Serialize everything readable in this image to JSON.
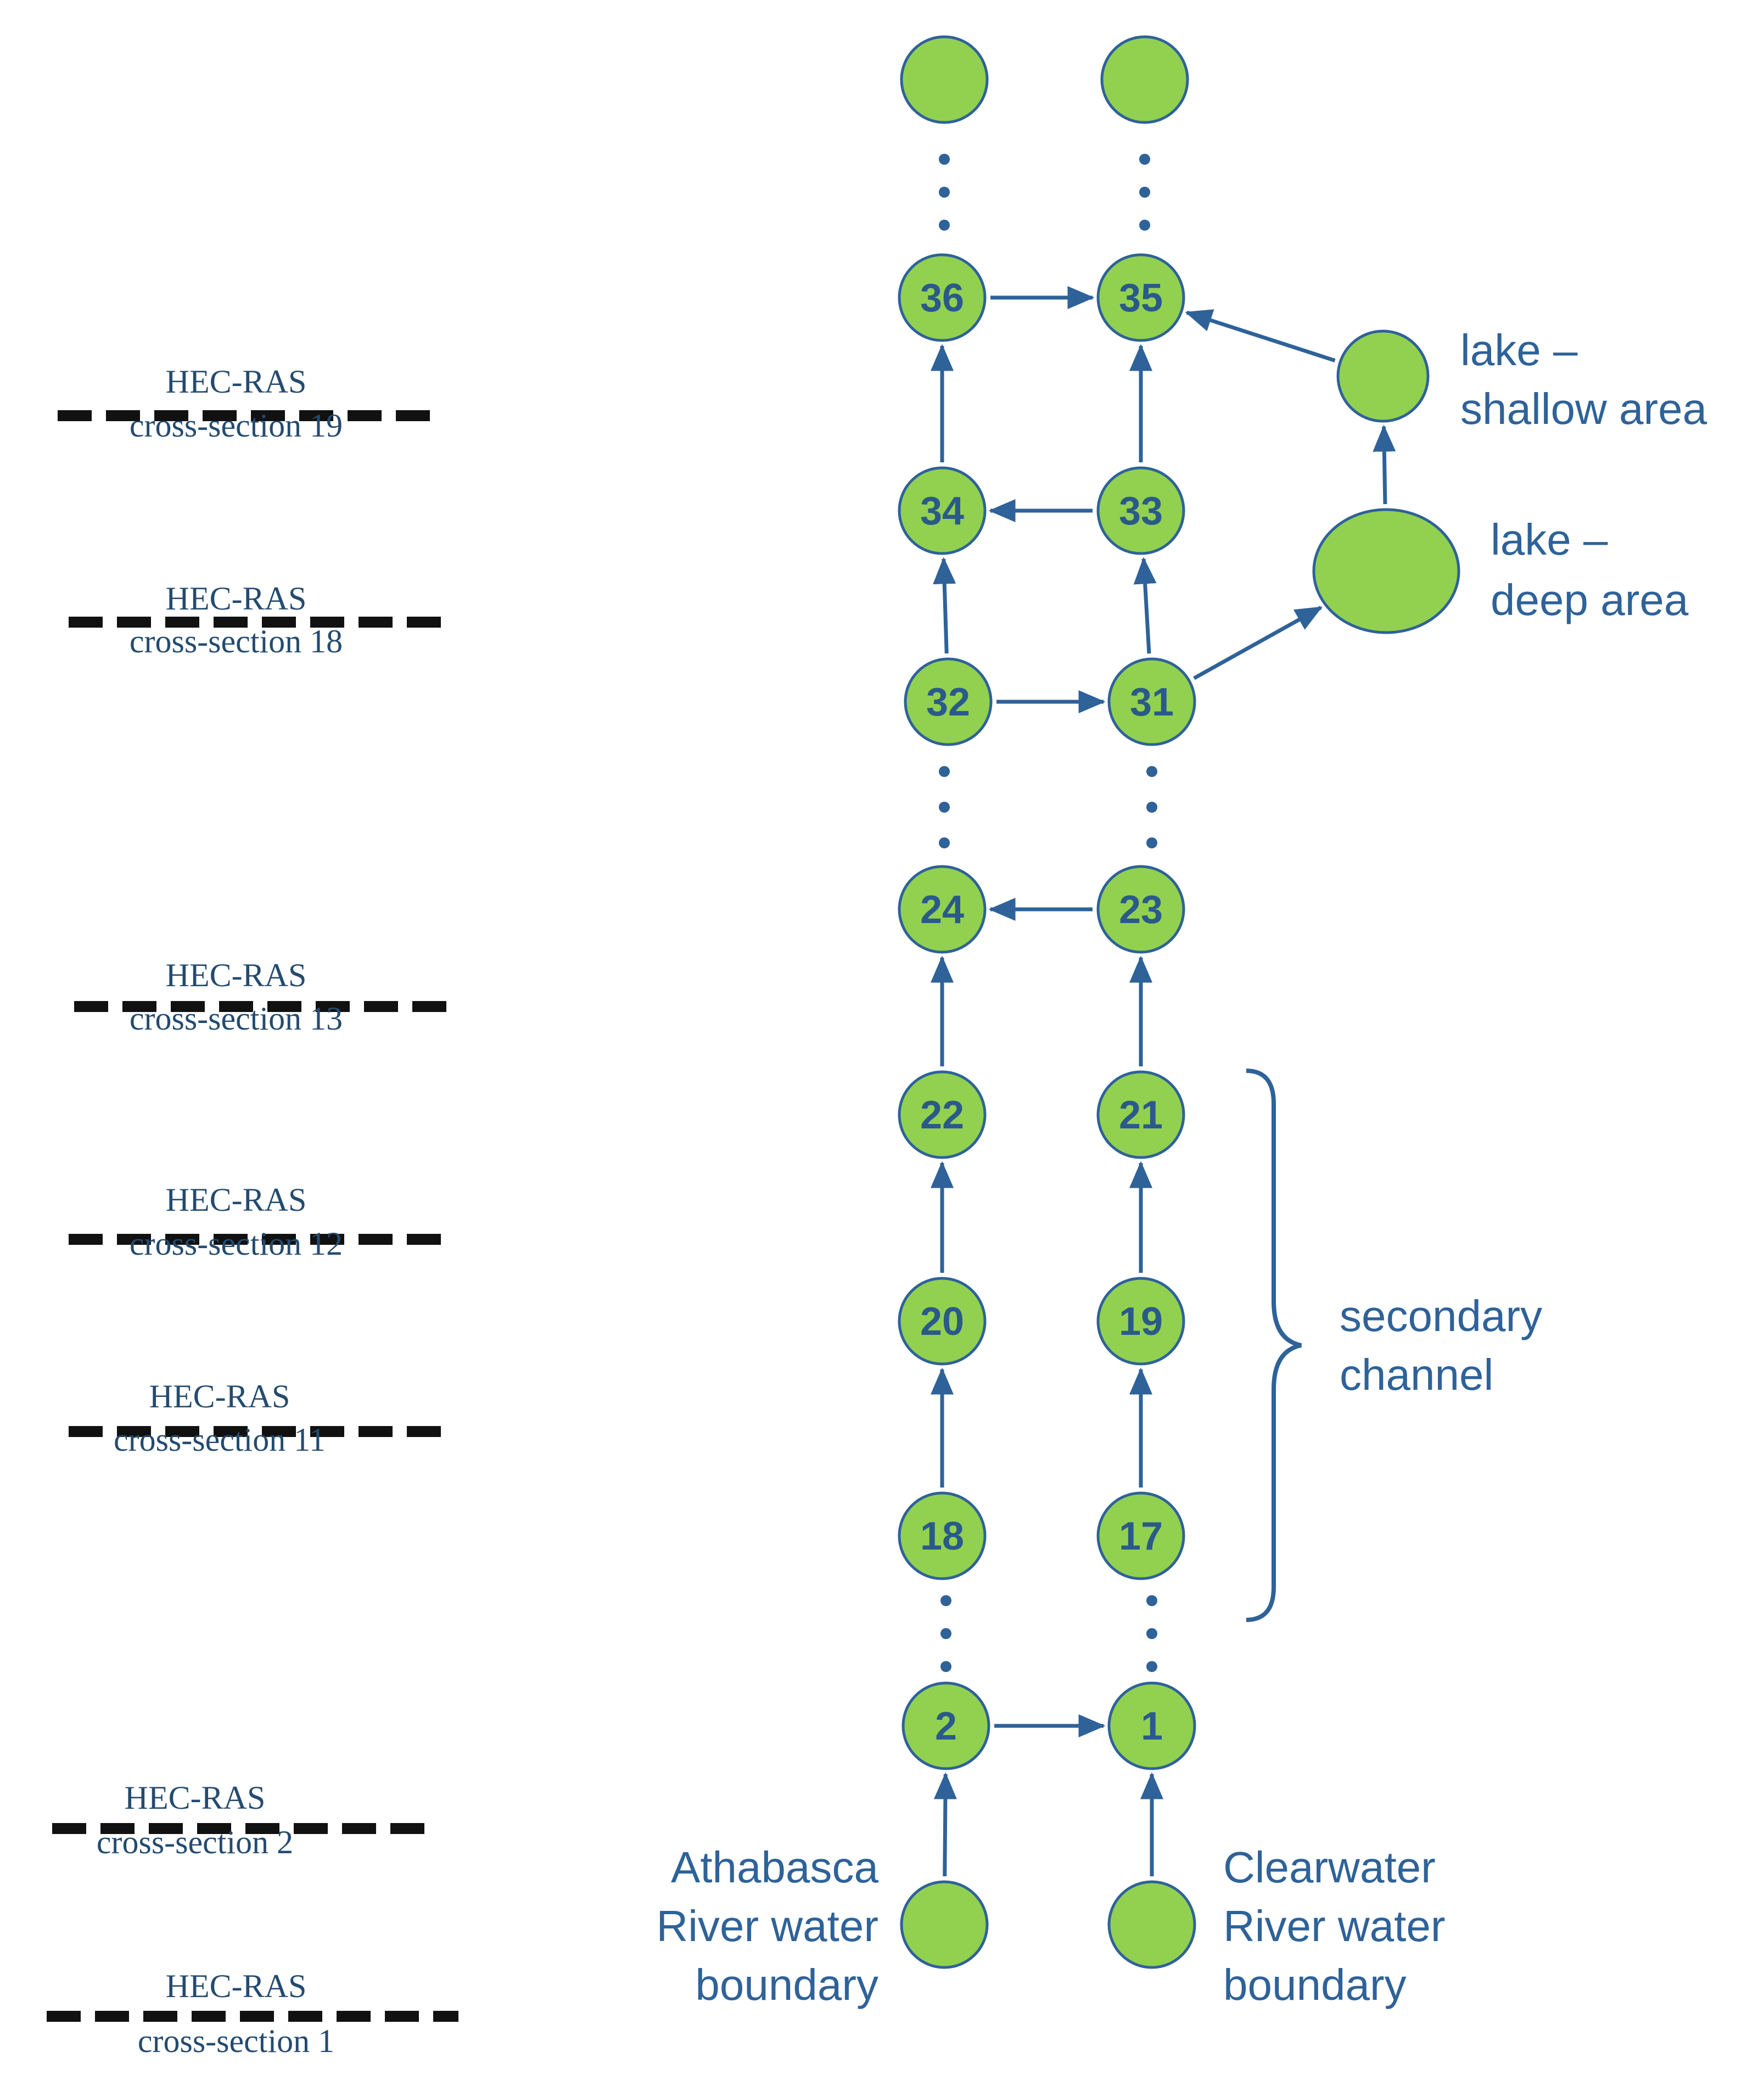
{
  "colors": {
    "node_fill": "#92d050",
    "node_stroke": "#2e6299",
    "arrow": "#2e6299",
    "label": "#2e6299",
    "dash": "#111111"
  },
  "nodes": [
    {
      "id": "top-a",
      "label": ""
    },
    {
      "id": "top-b",
      "label": ""
    },
    {
      "id": "n36",
      "label": "36"
    },
    {
      "id": "n35",
      "label": "35"
    },
    {
      "id": "n34",
      "label": "34"
    },
    {
      "id": "n33",
      "label": "33"
    },
    {
      "id": "n32",
      "label": "32"
    },
    {
      "id": "n31",
      "label": "31"
    },
    {
      "id": "n24",
      "label": "24"
    },
    {
      "id": "n23",
      "label": "23"
    },
    {
      "id": "n22",
      "label": "22"
    },
    {
      "id": "n21",
      "label": "21"
    },
    {
      "id": "n20",
      "label": "20"
    },
    {
      "id": "n19",
      "label": "19"
    },
    {
      "id": "n18",
      "label": "18"
    },
    {
      "id": "n17",
      "label": "17"
    },
    {
      "id": "n2",
      "label": "2"
    },
    {
      "id": "n1",
      "label": "1"
    },
    {
      "id": "bnd-athabasca",
      "label": ""
    },
    {
      "id": "bnd-clearwater",
      "label": ""
    },
    {
      "id": "lake-shallow",
      "label": ""
    },
    {
      "id": "lake-deep",
      "label": ""
    }
  ],
  "edges": [
    {
      "from": "n36",
      "to": "n35"
    },
    {
      "from": "n34",
      "to": "n36"
    },
    {
      "from": "n33",
      "to": "n35"
    },
    {
      "from": "n33",
      "to": "n34"
    },
    {
      "from": "n32",
      "to": "n34"
    },
    {
      "from": "n31",
      "to": "n33"
    },
    {
      "from": "n32",
      "to": "n31"
    },
    {
      "from": "n31",
      "to": "lake-deep"
    },
    {
      "from": "lake-deep",
      "to": "lake-shallow"
    },
    {
      "from": "lake-shallow",
      "to": "n35"
    },
    {
      "from": "n23",
      "to": "n24"
    },
    {
      "from": "n22",
      "to": "n24"
    },
    {
      "from": "n21",
      "to": "n23"
    },
    {
      "from": "n20",
      "to": "n22"
    },
    {
      "from": "n19",
      "to": "n21"
    },
    {
      "from": "n18",
      "to": "n20"
    },
    {
      "from": "n17",
      "to": "n19"
    },
    {
      "from": "n2",
      "to": "n1"
    },
    {
      "from": "bnd-athabasca",
      "to": "n2"
    },
    {
      "from": "bnd-clearwater",
      "to": "n1"
    }
  ],
  "labels": {
    "lake_shallow": [
      "lake –",
      "shallow area"
    ],
    "lake_deep": [
      "lake –",
      "deep area"
    ],
    "secondary_channel": [
      "secondary",
      "channel"
    ],
    "athabasca": [
      "Athabasca",
      "River  water",
      "boundary"
    ],
    "clearwater": [
      "Clearwater",
      "River  water",
      "boundary"
    ]
  },
  "cross_sections": [
    {
      "top": "HEC-RAS",
      "bottom": "cross-section 19"
    },
    {
      "top": "HEC-RAS",
      "bottom": "cross-section 18"
    },
    {
      "top": "HEC-RAS",
      "bottom": "cross-section 13"
    },
    {
      "top": "HEC-RAS",
      "bottom": "cross-section 12"
    },
    {
      "top": "HEC-RAS",
      "bottom": "cross-section 11"
    },
    {
      "top": "HEC-RAS",
      "bottom": "cross-section 2"
    },
    {
      "top": "HEC-RAS",
      "bottom": "cross-section 1"
    }
  ]
}
